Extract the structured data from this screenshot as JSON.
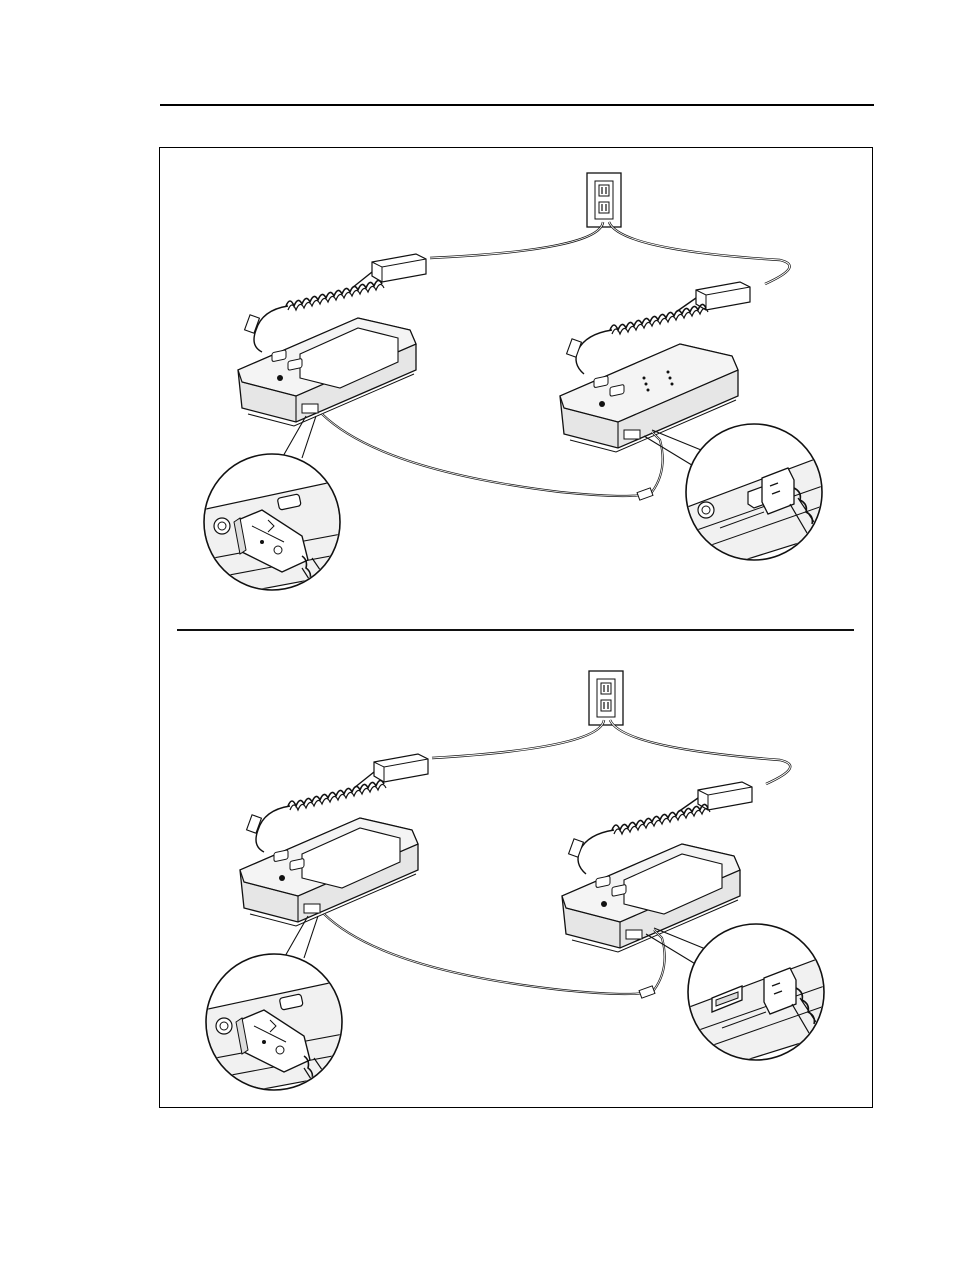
{
  "figure": {
    "panels": [
      {
        "id": "top",
        "remote_unit": "smart-remote"
      },
      {
        "id": "bottom",
        "remote_unit": "main-tester"
      }
    ],
    "colors": {
      "line": "#1a1a1a",
      "body_shade": "#e6e6e6",
      "screen": "#ffffff",
      "cable_fill": "#ffffff"
    },
    "icons": [
      "wall-outlet-icon",
      "ac-adapter-icon",
      "tester-unit-icon",
      "usb-connector-icon",
      "magnifier-inset-icon"
    ]
  }
}
